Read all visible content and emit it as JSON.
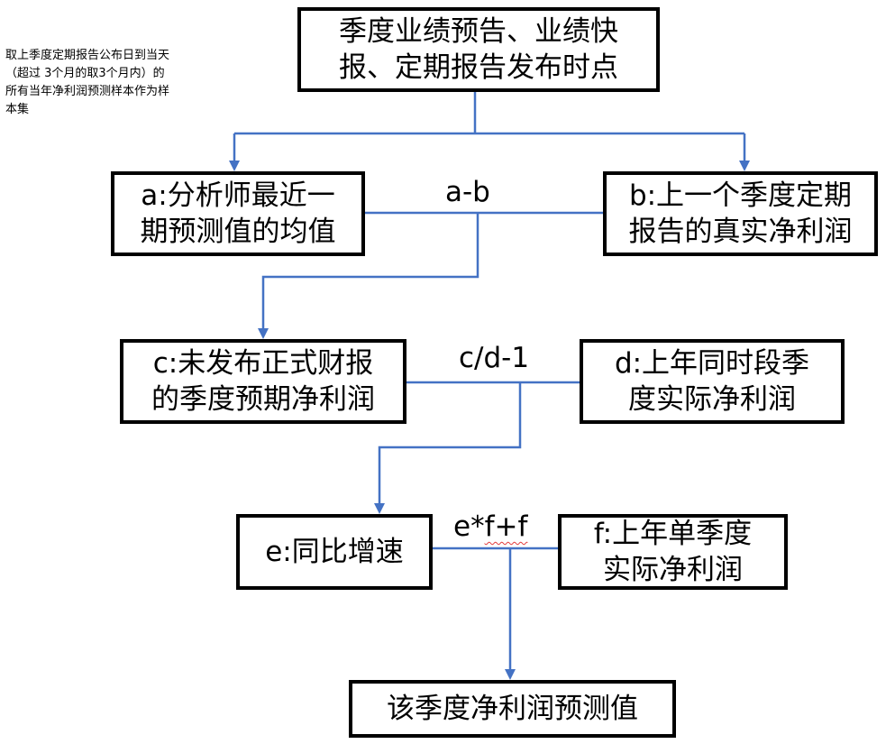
{
  "note": "取上季度定期报告公布日到当天\n（超过 3个月的取3个月内）的\n所有当年净利润预测样本作为样\n本集",
  "nodes": {
    "top": "季度业绩预告、业绩快\n报、定期报告发布时点",
    "a": "a:分析师最近一\n期预测值的均值",
    "b": "b:上一个季度定期\n报告的真实净利润",
    "c": "c:未发布正式财报\n的季度预期净利润",
    "d": "d:上年同时段季\n度实际净利润",
    "e": "e:同比增速",
    "f": "f:上年单季度\n实际净利润",
    "result": "该季度净利润预测值"
  },
  "operations": {
    "ab": "a-b",
    "cd": "c/d-1",
    "ef_prefix": "e*",
    "ef_underlined": "f+f"
  },
  "colors": {
    "connector": "#4472c4",
    "box_border": "#000000",
    "spellcheck_underline": "#e23b3b"
  }
}
